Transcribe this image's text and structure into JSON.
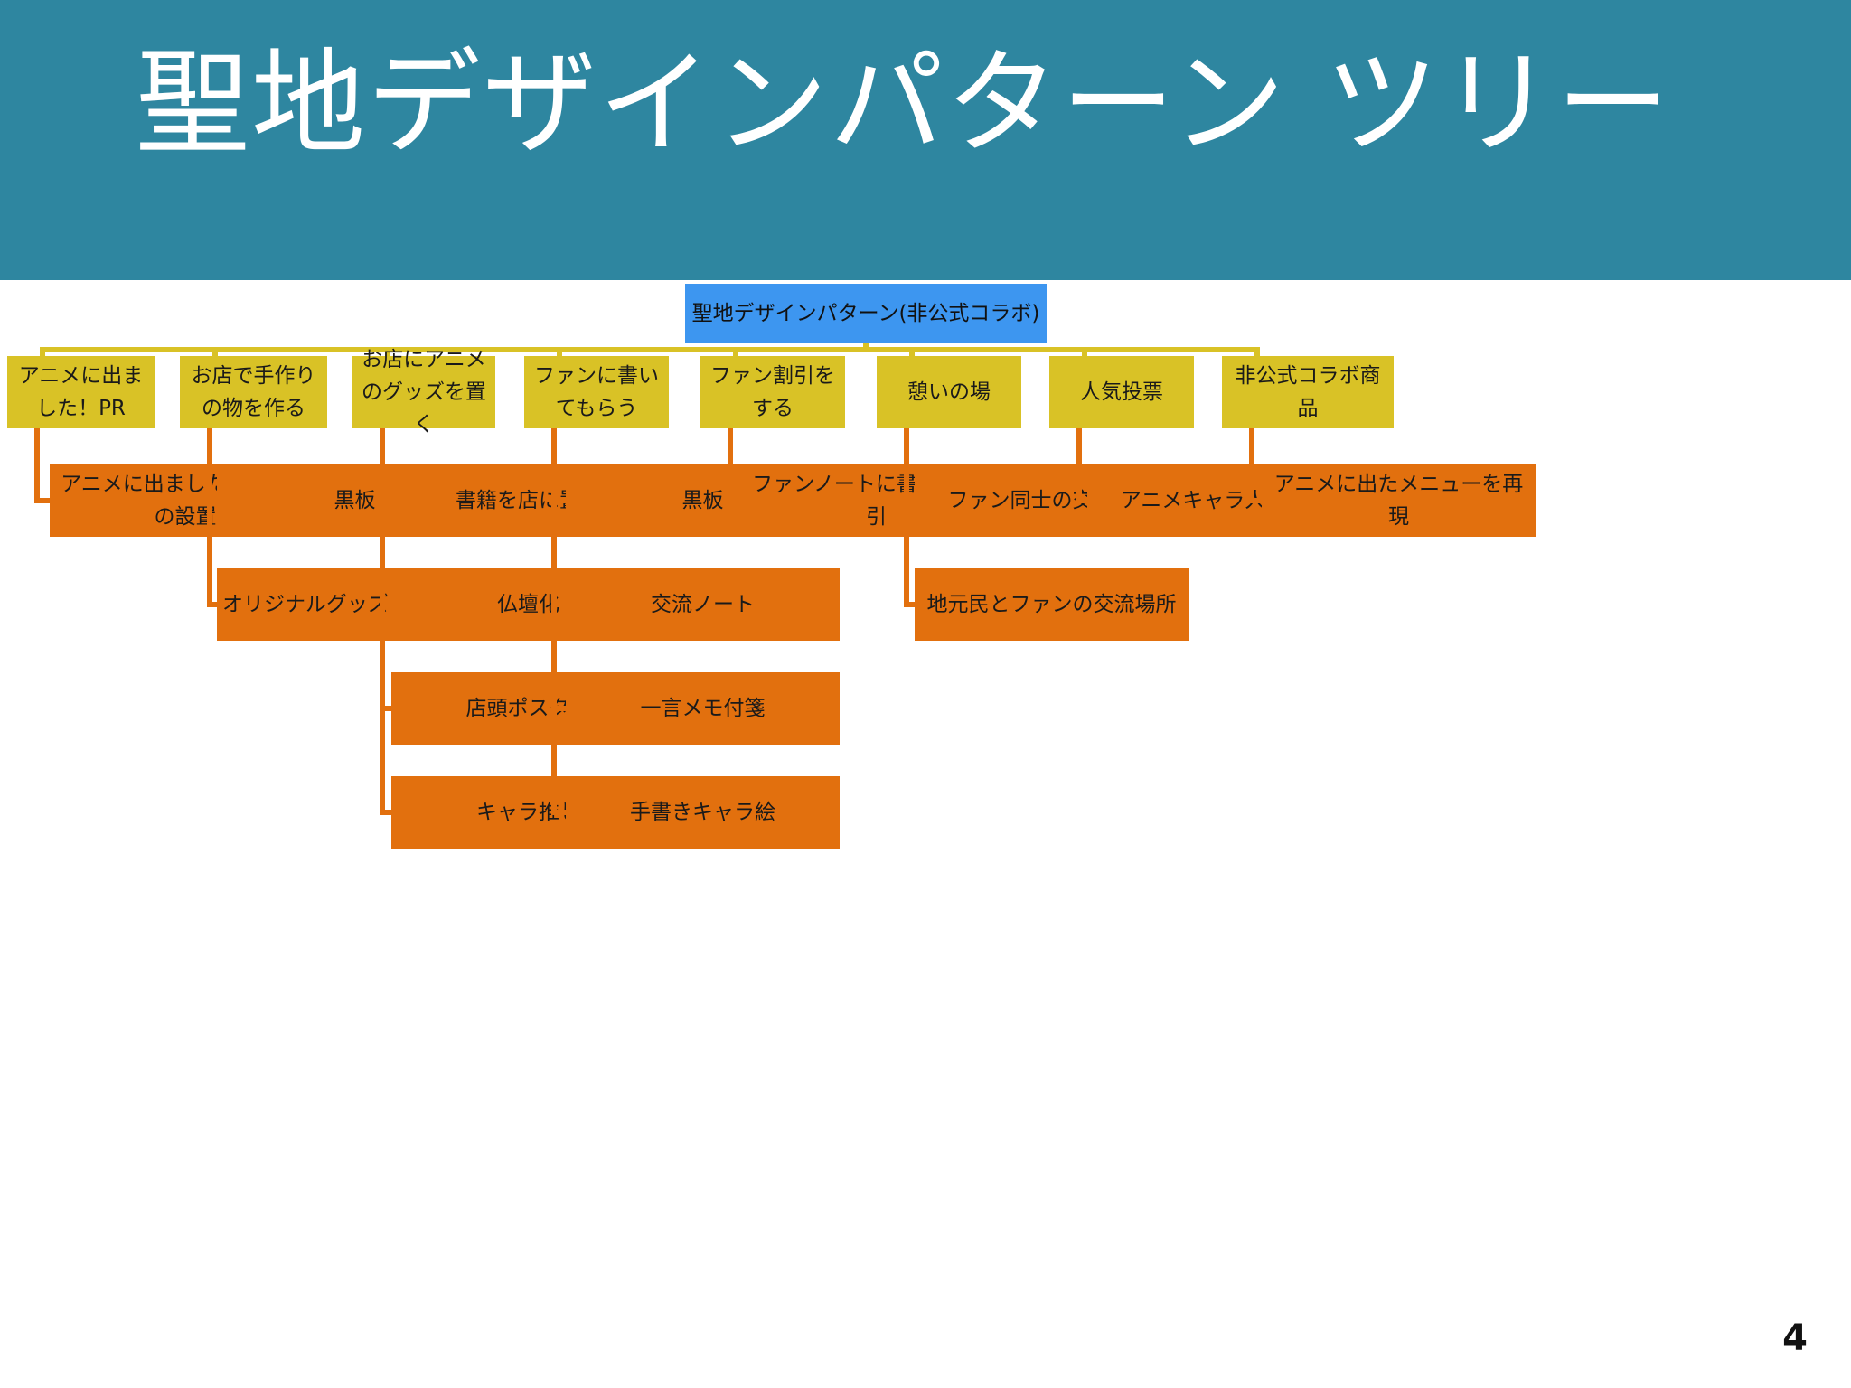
{
  "slide": {
    "title": "聖地デザインパターン ツリー",
    "page_number": "4",
    "banner_color": "#2E86A0",
    "root_color": "#3D96F0",
    "level1_color": "#D9C226",
    "level2_color": "#E2700E"
  },
  "tree": {
    "root": {
      "label": "聖地デザインパターン(非公式コラボ)"
    },
    "branches": [
      {
        "label": "アニメに出ました！PR",
        "children": [
          {
            "label": "アニメに出ましたポスターの設置"
          }
        ]
      },
      {
        "label": "お店で手作りの物を作る",
        "children": [
          {
            "label": "黒板"
          },
          {
            "label": "オリジナルグッズ（非売品）"
          }
        ]
      },
      {
        "label": "お店にアニメのグッズを置く",
        "children": [
          {
            "label": "書籍を店に置く"
          },
          {
            "label": "仏壇化"
          },
          {
            "label": "店頭ポスター"
          },
          {
            "label": "キャラ推し"
          }
        ]
      },
      {
        "label": "ファンに書いてもらう",
        "children": [
          {
            "label": "黒板"
          },
          {
            "label": "交流ノート"
          },
          {
            "label": "一言メモ付箋"
          },
          {
            "label": "手書きキャラ絵"
          }
        ]
      },
      {
        "label": "ファン割引をする",
        "children": [
          {
            "label": "ファンノートに書いたら割引"
          }
        ]
      },
      {
        "label": "憩いの場",
        "children": [
          {
            "label": "ファン同士の交流場所"
          },
          {
            "label": "地元民とファンの交流場所"
          }
        ]
      },
      {
        "label": "人気投票",
        "children": [
          {
            "label": "アニメキャラ人気投票"
          }
        ]
      },
      {
        "label": "非公式コラボ商品",
        "children": [
          {
            "label": "アニメに出たメニューを再現"
          }
        ]
      }
    ]
  }
}
